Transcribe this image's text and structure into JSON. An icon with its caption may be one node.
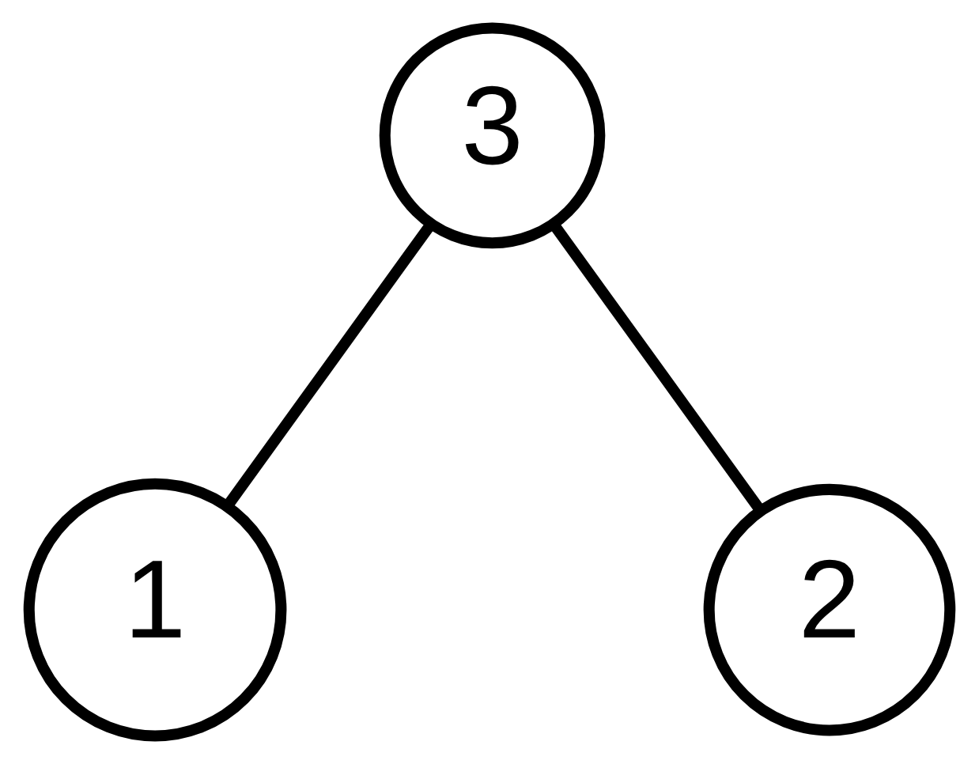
{
  "diagram": {
    "nodes": [
      {
        "text": [
          "3"
        ]
      },
      {
        "text": [
          "1"
        ]
      },
      {
        "text": [
          "2"
        ]
      }
    ],
    "edges": [
      {
        "from": 0,
        "to": 1,
        "arrow": "none"
      },
      {
        "from": 0,
        "to": 2,
        "arrow": "none"
      }
    ]
  }
}
